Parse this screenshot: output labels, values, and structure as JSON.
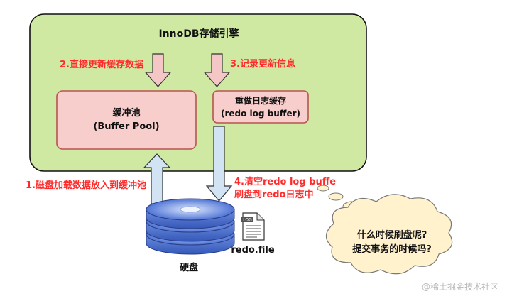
{
  "engine": {
    "title": "InnoDB存储引擎"
  },
  "buffer_pool": {
    "name": "缓冲池",
    "subtitle": "(Buffer Pool)"
  },
  "redo_log_buffer": {
    "name": "重做日志缓存",
    "subtitle": "(redo log buffer)"
  },
  "steps": {
    "step1": "1.磁盘加载数据放入到缓冲池",
    "step2": "2.直接更新缓存数据",
    "step3": "3.记录更新信息",
    "step4_line1": "4.清空redo log buffe",
    "step4_line2": "刷盘到redo日志中"
  },
  "disk": {
    "label": "硬盘"
  },
  "file": {
    "label": "redo.file",
    "badge": "LOG"
  },
  "thought": {
    "line1": "什么时候刷盘呢?",
    "line2": "提交事务的时候吗?"
  },
  "watermark": "@稀土掘金技术社区",
  "colors": {
    "engine_fill": "#cfe9a3",
    "box_fill": "#f8cecc",
    "box_stroke": "#b85450",
    "arrow_pink": "#f5c6c6",
    "arrow_blue": "#d2e4f3",
    "step_text": "#ff2a2a",
    "cloud_fill": "#fff2cc"
  }
}
